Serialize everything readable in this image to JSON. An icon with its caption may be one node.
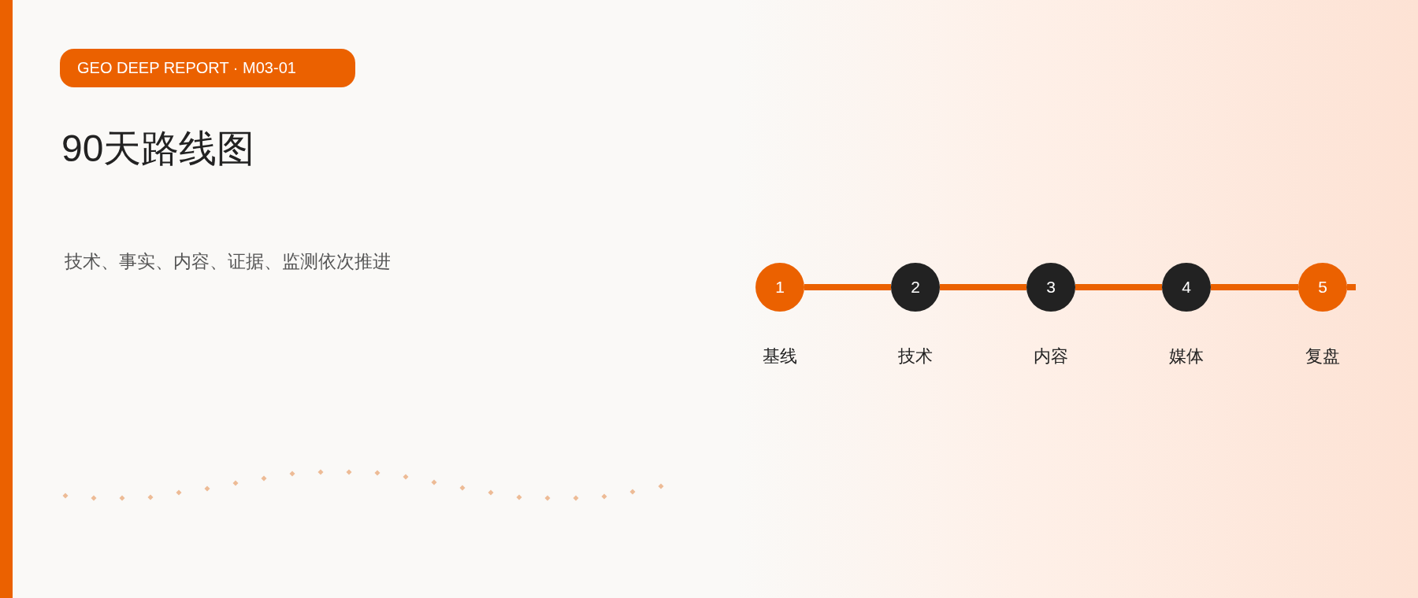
{
  "diagram": {
    "title": "90天路线图",
    "nodes": [
      {
        "text": [
          "GEO DEEP REPORT · M03-01"
        ]
      },
      {
        "text": [
          "1"
        ],
        "beside": [
          "基线"
        ]
      },
      {
        "text": [
          "2"
        ],
        "beside": [
          "技术"
        ]
      },
      {
        "text": [
          "3"
        ],
        "beside": [
          "内容"
        ]
      },
      {
        "text": [
          "4"
        ],
        "beside": [
          "媒体"
        ]
      },
      {
        "text": [
          "5"
        ],
        "beside": [
          "复盘"
        ]
      }
    ],
    "edges": [
      {
        "from": 1,
        "to": 2,
        "arrow": "none"
      },
      {
        "from": 2,
        "to": 3,
        "arrow": "none"
      },
      {
        "from": 3,
        "to": 4,
        "arrow": "none"
      },
      {
        "from": 4,
        "to": 5,
        "arrow": "none"
      },
      {
        "from": 5,
        "to": null,
        "arrow": "none"
      }
    ],
    "labels": [
      "技术、事实、内容、证据、监测依次推进"
    ]
  }
}
